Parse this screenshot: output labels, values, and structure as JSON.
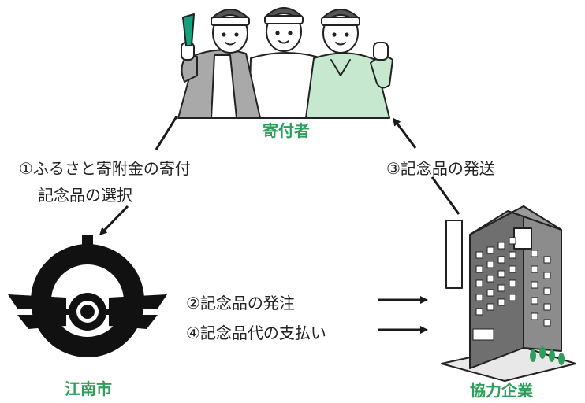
{
  "nodes": {
    "donor": "寄付者",
    "city": "江南市",
    "company": "協力企業"
  },
  "flows": {
    "donation_line1": "①ふるさと寄附金の寄付",
    "donation_line2": "記念品の選択",
    "order": "②記念品の発注",
    "shipping": "③記念品の発送",
    "payment": "④記念品代の支払い"
  },
  "colors": {
    "node_label": "#2e9e5b",
    "arrow": "#1a1a1a",
    "fan": "#14a07a",
    "green_shirt": "#c6e8cf",
    "gray_jacket": "#a9a9a9",
    "building": "#6f6f6f"
  },
  "icons": {
    "donor": "three-supporters-with-headbands-illustration",
    "city": "konan-city-emblem",
    "company": "office-building-illustration"
  }
}
